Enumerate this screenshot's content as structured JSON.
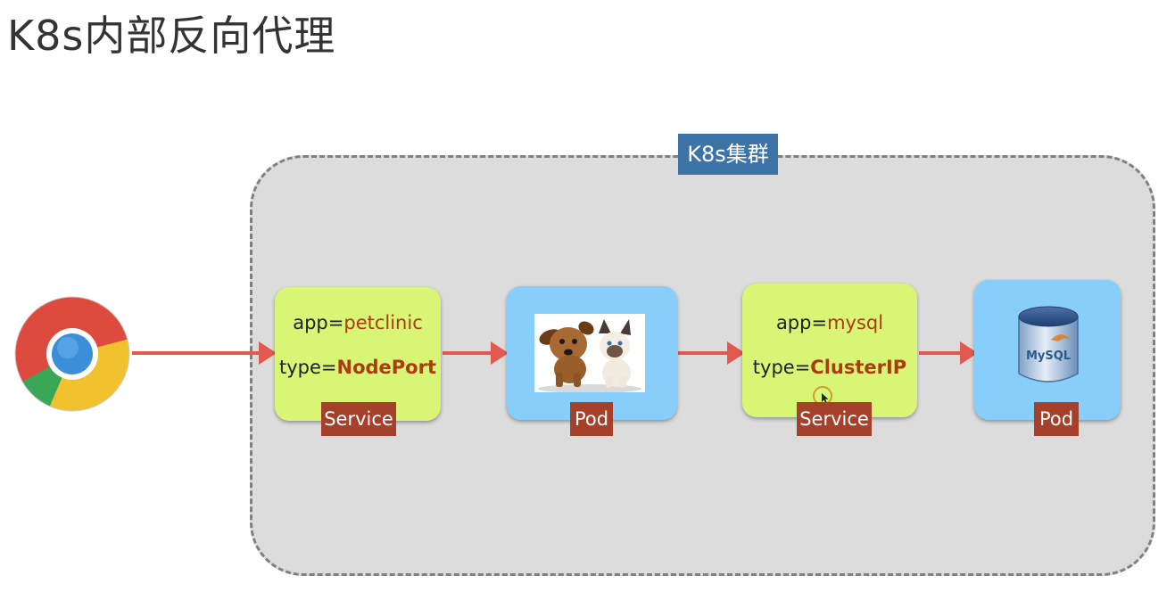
{
  "title": "K8s内部反向代理",
  "cluster": {
    "label": "K8s集群"
  },
  "client": {
    "icon": "chrome-browser-icon"
  },
  "nodes": [
    {
      "kind": "service",
      "line1_key": "app=",
      "line1_value": "petclinic",
      "line2_key": "type=",
      "line2_value": "NodePort",
      "tag": "Service"
    },
    {
      "kind": "pod",
      "image": "dog-and-cat-photo",
      "tag": "Pod"
    },
    {
      "kind": "service",
      "line1_key": "app=",
      "line1_value": "mysql",
      "line2_key": "type=",
      "line2_value": "ClusterIP",
      "tag": "Service"
    },
    {
      "kind": "pod",
      "image": "mysql-database-icon",
      "image_text": "MySQL",
      "tag": "Pod"
    }
  ],
  "colors": {
    "service": "#d8f575",
    "pod": "#87cefa",
    "tag": "#a5402a",
    "cluster_tag": "#3d74a7",
    "arrow": "#e25a4f",
    "value_text": "#a93c10"
  }
}
